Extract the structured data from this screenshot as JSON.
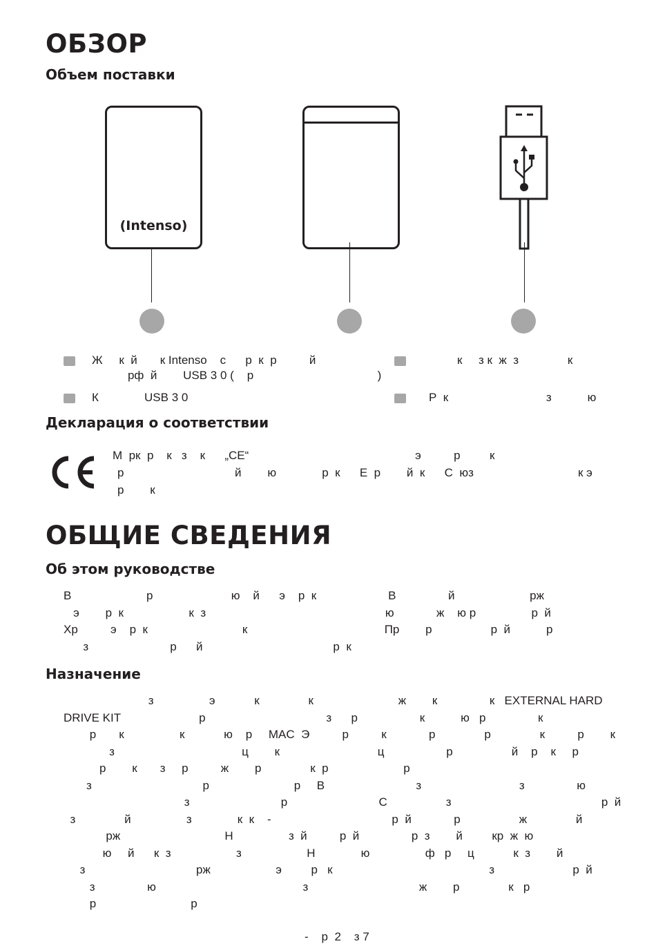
{
  "overview": {
    "title": "ОБЗОР",
    "subtitle": "Объем поставки",
    "brand_label": "(Intenso)",
    "legend_items": [
      {
        "lines": [
          "Ж     к  й       к Intenso    с      р  к  р          й",
          "           рф  й        USB 3 0 (    р                                      )"
        ]
      },
      {
        "lines": [
          "К              USB 3 0"
        ]
      },
      {
        "lines": [
          "           к     з к  ж  з               к"
        ]
      },
      {
        "lines": [
          "Р  к                              з           ю"
        ]
      }
    ]
  },
  "declaration": {
    "title": "Декларация о соответствии",
    "lines": [
      "М  рк  р    к   з    к      „CE“                                                   э          р         к",
      "р                                  й        ю              р  к      Е  р        й  к      С  юз                                к э",
      "р        к"
    ]
  },
  "general": {
    "title": "ОБЩИЕ СВЕДЕНИЯ",
    "about": {
      "title": "Об этом руководстве",
      "lines": [
        "В                       р                        ю    й      э    р  к                      В                й                       рж",
        "   э        р  к                    к  з                                                       ю             ж    ю р                 р  й",
        "Хр          э    р  к                             к                                          Пр        р                  р  й           р",
        "      з                         р      й                                        р  к"
      ]
    },
    "purpose": {
      "title": "Назначение",
      "lines": [
        "                          з                 э            к               к                          ж        к                к   EXTERNAL HARD",
        "DRIVE KIT                        р                                     з      р                   к           ю   р                к",
        "        р       к                 к            ю    р     MAC  Э          р          к             р               р               к          р        к",
        "              з                                       ц        к                              ц                   р                  й    р    к     р",
        "           р        к       з     р          ж        р               к  р                       р",
        "       з                                  р                          р     В                            з                              з                ю",
        "                                     з                            р                            С                  з                                              р  й",
        "  з               й                 з              к  к    -                                     р  й             р                  ж               й",
        "             рж                                Н                 з  й          р  й                р  з        й         кр  ж  ю",
        "            ю     й      к  з                    з                    Н              ю                 ф   р     ц            к  з        й",
        "     з                                  рж                    э         р   к                                                з                        р  й",
        "        з                ю                                             з                                  ж        р               к   р",
        "        р                             р"
      ]
    }
  },
  "footer": {
    "page": "-    р  2    з 7"
  }
}
